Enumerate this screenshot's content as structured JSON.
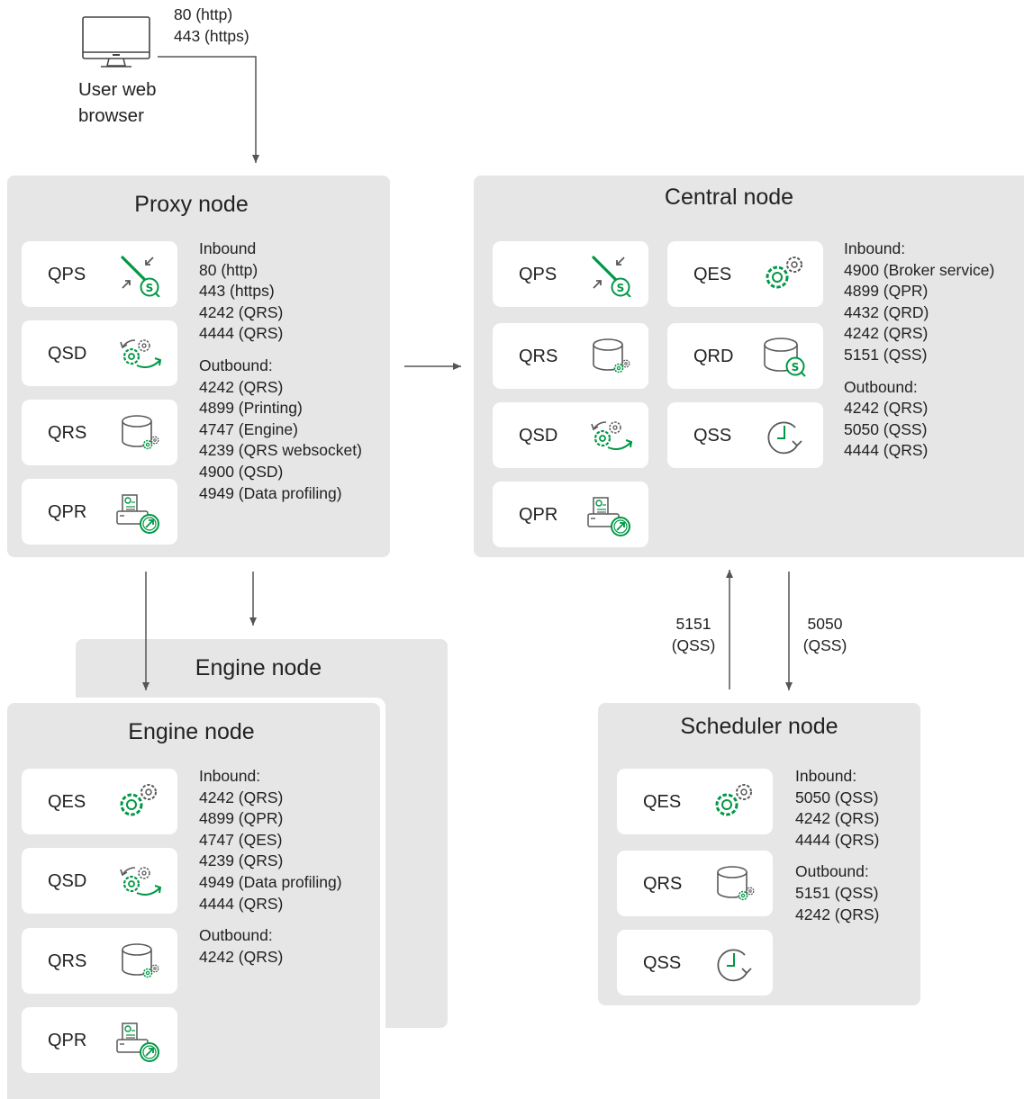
{
  "browser": {
    "label_line1": "User web",
    "label_line2": "browser",
    "port_http": "80 (http)",
    "port_https": "443 (https)"
  },
  "proxy": {
    "title": "Proxy node",
    "services": [
      "QPS",
      "QSD",
      "QRS",
      "QPR"
    ],
    "inbound_title": "Inbound",
    "inbound": [
      "80 (http)",
      "443 (https)",
      "4242 (QRS)",
      "4444 (QRS)"
    ],
    "outbound_title": "Outbound:",
    "outbound": [
      "4242 (QRS)",
      "4899 (Printing)",
      "4747 (Engine)",
      "4239 (QRS websocket)",
      "4900 (QSD)",
      "4949 (Data profiling)"
    ]
  },
  "central": {
    "title": "Central node",
    "services_left": [
      "QPS",
      "QRS",
      "QSD",
      "QPR"
    ],
    "services_right": [
      "QES",
      "QRD",
      "QSS"
    ],
    "inbound_title": "Inbound:",
    "inbound": [
      "4900 (Broker service)",
      "4899 (QPR)",
      "4432 (QRD)",
      "4242 (QRS)",
      "5151 (QSS)"
    ],
    "outbound_title": "Outbound:",
    "outbound": [
      "4242 (QRS)",
      "5050 (QSS)",
      "4444 (QRS)"
    ]
  },
  "engine_back": {
    "title": "Engine node"
  },
  "engine": {
    "title": "Engine node",
    "services": [
      "QES",
      "QSD",
      "QRS",
      "QPR"
    ],
    "inbound_title": "Inbound:",
    "inbound": [
      "4242 (QRS)",
      "4899 (QPR)",
      "4747 (QES)",
      "4239 (QRS)",
      "4949 (Data profiling)",
      "4444 (QRS)"
    ],
    "outbound_title": "Outbound:",
    "outbound": [
      "4242 (QRS)"
    ]
  },
  "scheduler": {
    "title": "Scheduler node",
    "services": [
      "QES",
      "QRS",
      "QSS"
    ],
    "inbound_title": "Inbound:",
    "inbound": [
      "5050 (QSS)",
      "4242 (QRS)",
      "4444 (QRS)"
    ],
    "outbound_title": "Outbound:",
    "outbound": [
      "5151 (QSS)",
      "4242 (QRS)"
    ]
  },
  "links": {
    "up_port": "5151",
    "up_service": "(QSS)",
    "down_port": "5050",
    "down_service": "(QSS)"
  },
  "colors": {
    "node_bg": "#e6e6e6",
    "accent_green": "#009845",
    "icon_gray": "#595959",
    "arrow": "#555555"
  }
}
